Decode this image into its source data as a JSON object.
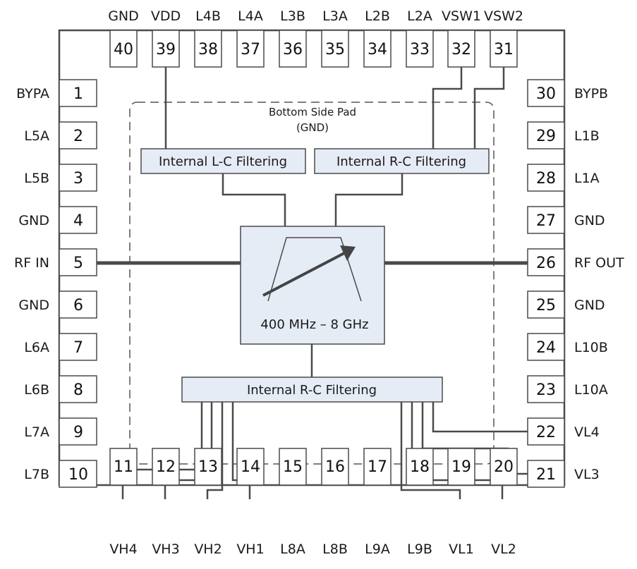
{
  "diagram": {
    "type": "ic-pinout",
    "colors": {
      "line": "#4a4a4a",
      "block_fill": "#e6ecf6",
      "pin_fill": "#ffffff",
      "text": "#1a1a1a"
    },
    "pad": {
      "label_line1": "Bottom Side Pad",
      "label_line2": "(GND)"
    },
    "blocks": {
      "lc_filter": "Internal L-C Filtering",
      "rc_filter_top": "Internal R-C Filtering",
      "rc_filter_bottom": "Internal R-C Filtering",
      "tunable_filter": "400 MHz – 8 GHz"
    },
    "pins": {
      "top": [
        {
          "num": "40",
          "name": "GND"
        },
        {
          "num": "39",
          "name": "VDD"
        },
        {
          "num": "38",
          "name": "L4B"
        },
        {
          "num": "37",
          "name": "L4A"
        },
        {
          "num": "36",
          "name": "L3B"
        },
        {
          "num": "35",
          "name": "L3A"
        },
        {
          "num": "34",
          "name": "L2B"
        },
        {
          "num": "33",
          "name": "L2A"
        },
        {
          "num": "32",
          "name": "VSW1"
        },
        {
          "num": "31",
          "name": "VSW2"
        }
      ],
      "left": [
        {
          "num": "1",
          "name": "BYPA"
        },
        {
          "num": "2",
          "name": "L5A"
        },
        {
          "num": "3",
          "name": "L5B"
        },
        {
          "num": "4",
          "name": "GND"
        },
        {
          "num": "5",
          "name": "RF IN"
        },
        {
          "num": "6",
          "name": "GND"
        },
        {
          "num": "7",
          "name": "L6A"
        },
        {
          "num": "8",
          "name": "L6B"
        },
        {
          "num": "9",
          "name": "L7A"
        },
        {
          "num": "10",
          "name": "L7B"
        }
      ],
      "right": [
        {
          "num": "30",
          "name": "BYPB"
        },
        {
          "num": "29",
          "name": "L1B"
        },
        {
          "num": "28",
          "name": "L1A"
        },
        {
          "num": "27",
          "name": "GND"
        },
        {
          "num": "26",
          "name": "RF OUT"
        },
        {
          "num": "25",
          "name": "GND"
        },
        {
          "num": "24",
          "name": "L10B"
        },
        {
          "num": "23",
          "name": "L10A"
        },
        {
          "num": "22",
          "name": "VL4"
        },
        {
          "num": "21",
          "name": "VL3"
        }
      ],
      "bottom": [
        {
          "num": "11",
          "name": "VH4"
        },
        {
          "num": "12",
          "name": "VH3"
        },
        {
          "num": "13",
          "name": "VH2"
        },
        {
          "num": "14",
          "name": "VH1"
        },
        {
          "num": "15",
          "name": "L8A"
        },
        {
          "num": "16",
          "name": "L8B"
        },
        {
          "num": "17",
          "name": "L9A"
        },
        {
          "num": "18",
          "name": "L9B"
        },
        {
          "num": "19",
          "name": "VL1"
        },
        {
          "num": "20",
          "name": "VL2"
        }
      ]
    }
  }
}
